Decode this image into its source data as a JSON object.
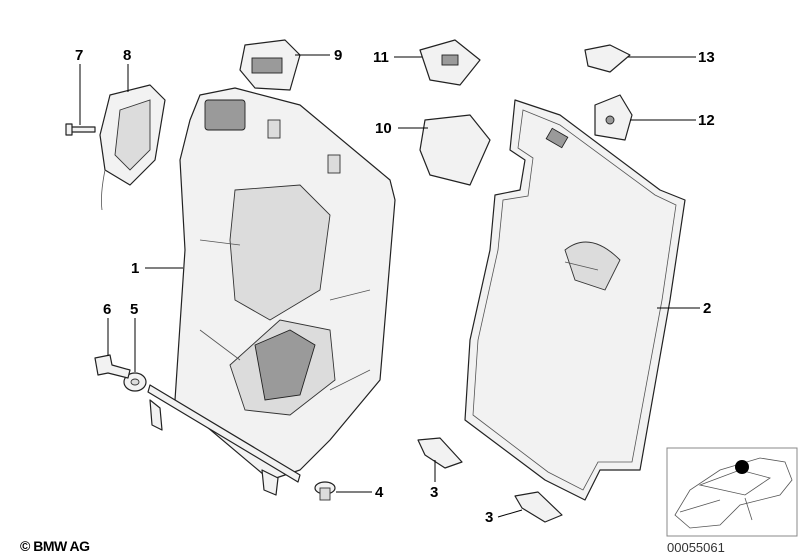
{
  "diagram": {
    "labels": {
      "p1": "1",
      "p2": "2",
      "p3a": "3",
      "p3b": "3",
      "p4": "4",
      "p5": "5",
      "p6": "6",
      "p7": "7",
      "p8": "8",
      "p9": "9",
      "p10": "10",
      "p11": "11",
      "p12": "12",
      "p13": "13"
    },
    "copyright": "© BMW AG",
    "reference_number": "00055061"
  }
}
